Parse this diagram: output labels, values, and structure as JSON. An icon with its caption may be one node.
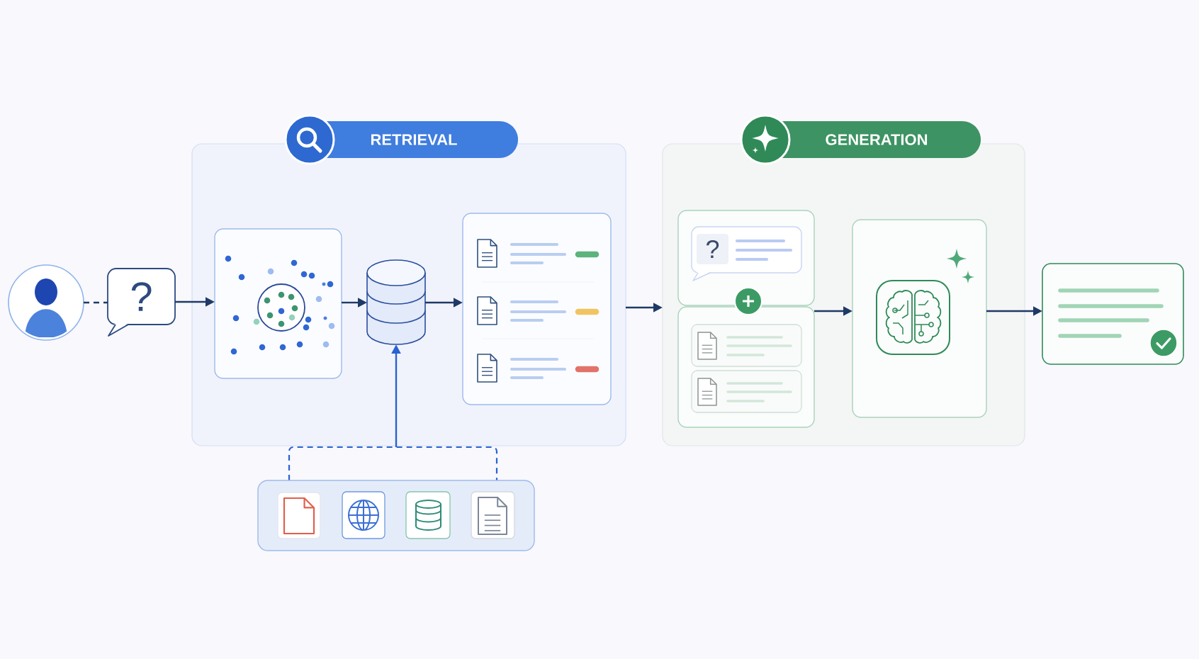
{
  "diagram": {
    "nodes": [
      {
        "text": [],
        "shape": "person"
      },
      {
        "text": [
          "?"
        ]
      },
      {
        "text": [
          "RETRIEVAL"
        ]
      },
      {
        "text": [],
        "shape": "box",
        "in": 2
      },
      {
        "text": [],
        "shape": "cylinder",
        "in": 2
      },
      {
        "text": [],
        "shape": "box",
        "in": 2
      },
      {
        "text": [],
        "shape": "bracket"
      },
      {
        "text": [],
        "shape": "box"
      },
      {
        "text": [
          "GENERATION"
        ]
      },
      {
        "text": [],
        "shape": "box",
        "in": 8
      },
      {
        "text": [
          "?"
        ],
        "in": 9
      },
      {
        "text": [],
        "shape": "box",
        "in": 8
      },
      {
        "text": [],
        "shape": "box",
        "in": 8
      },
      {
        "text": [],
        "shape": "box"
      }
    ],
    "edges": [
      {
        "from": 0,
        "to": 1,
        "arrow": "none",
        "style": "dashed"
      },
      {
        "from": 1,
        "to": 3,
        "arrow": "to"
      },
      {
        "from": 3,
        "to": 4,
        "arrow": "to"
      },
      {
        "from": 4,
        "to": 5,
        "arrow": "to"
      },
      {
        "from": 6,
        "to": 4,
        "arrow": "to",
        "color": "#2a62cf"
      },
      {
        "from": 2,
        "to": 8,
        "arrow": "to"
      },
      {
        "from": 11,
        "to": 12,
        "arrow": "to"
      },
      {
        "from": 12,
        "to": 13,
        "arrow": "to"
      }
    ]
  }
}
